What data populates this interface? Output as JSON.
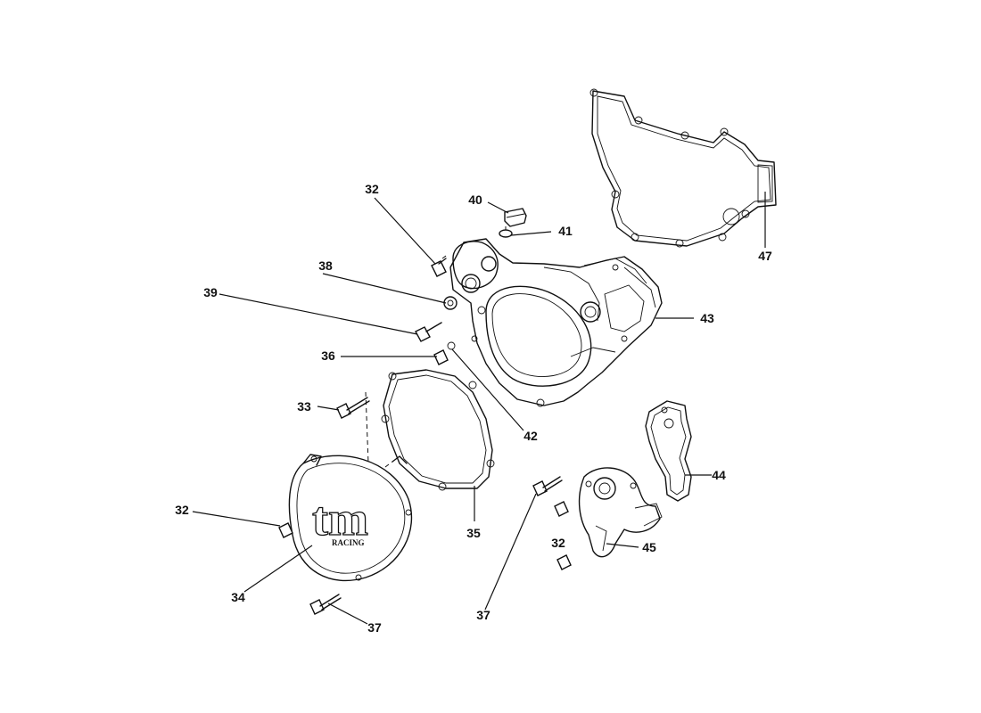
{
  "logo": {
    "brand": "tm",
    "sub": "RACING"
  },
  "callouts": {
    "c32a": "32",
    "c40": "40",
    "c41": "41",
    "c38": "38",
    "c39": "39",
    "c36": "36",
    "c33": "33",
    "c42": "42",
    "c43": "43",
    "c47": "47",
    "c44": "44",
    "c32b": "32",
    "c34": "34",
    "c35": "35",
    "c37a": "37",
    "c37b": "37",
    "c32c": "32",
    "c45": "45"
  }
}
